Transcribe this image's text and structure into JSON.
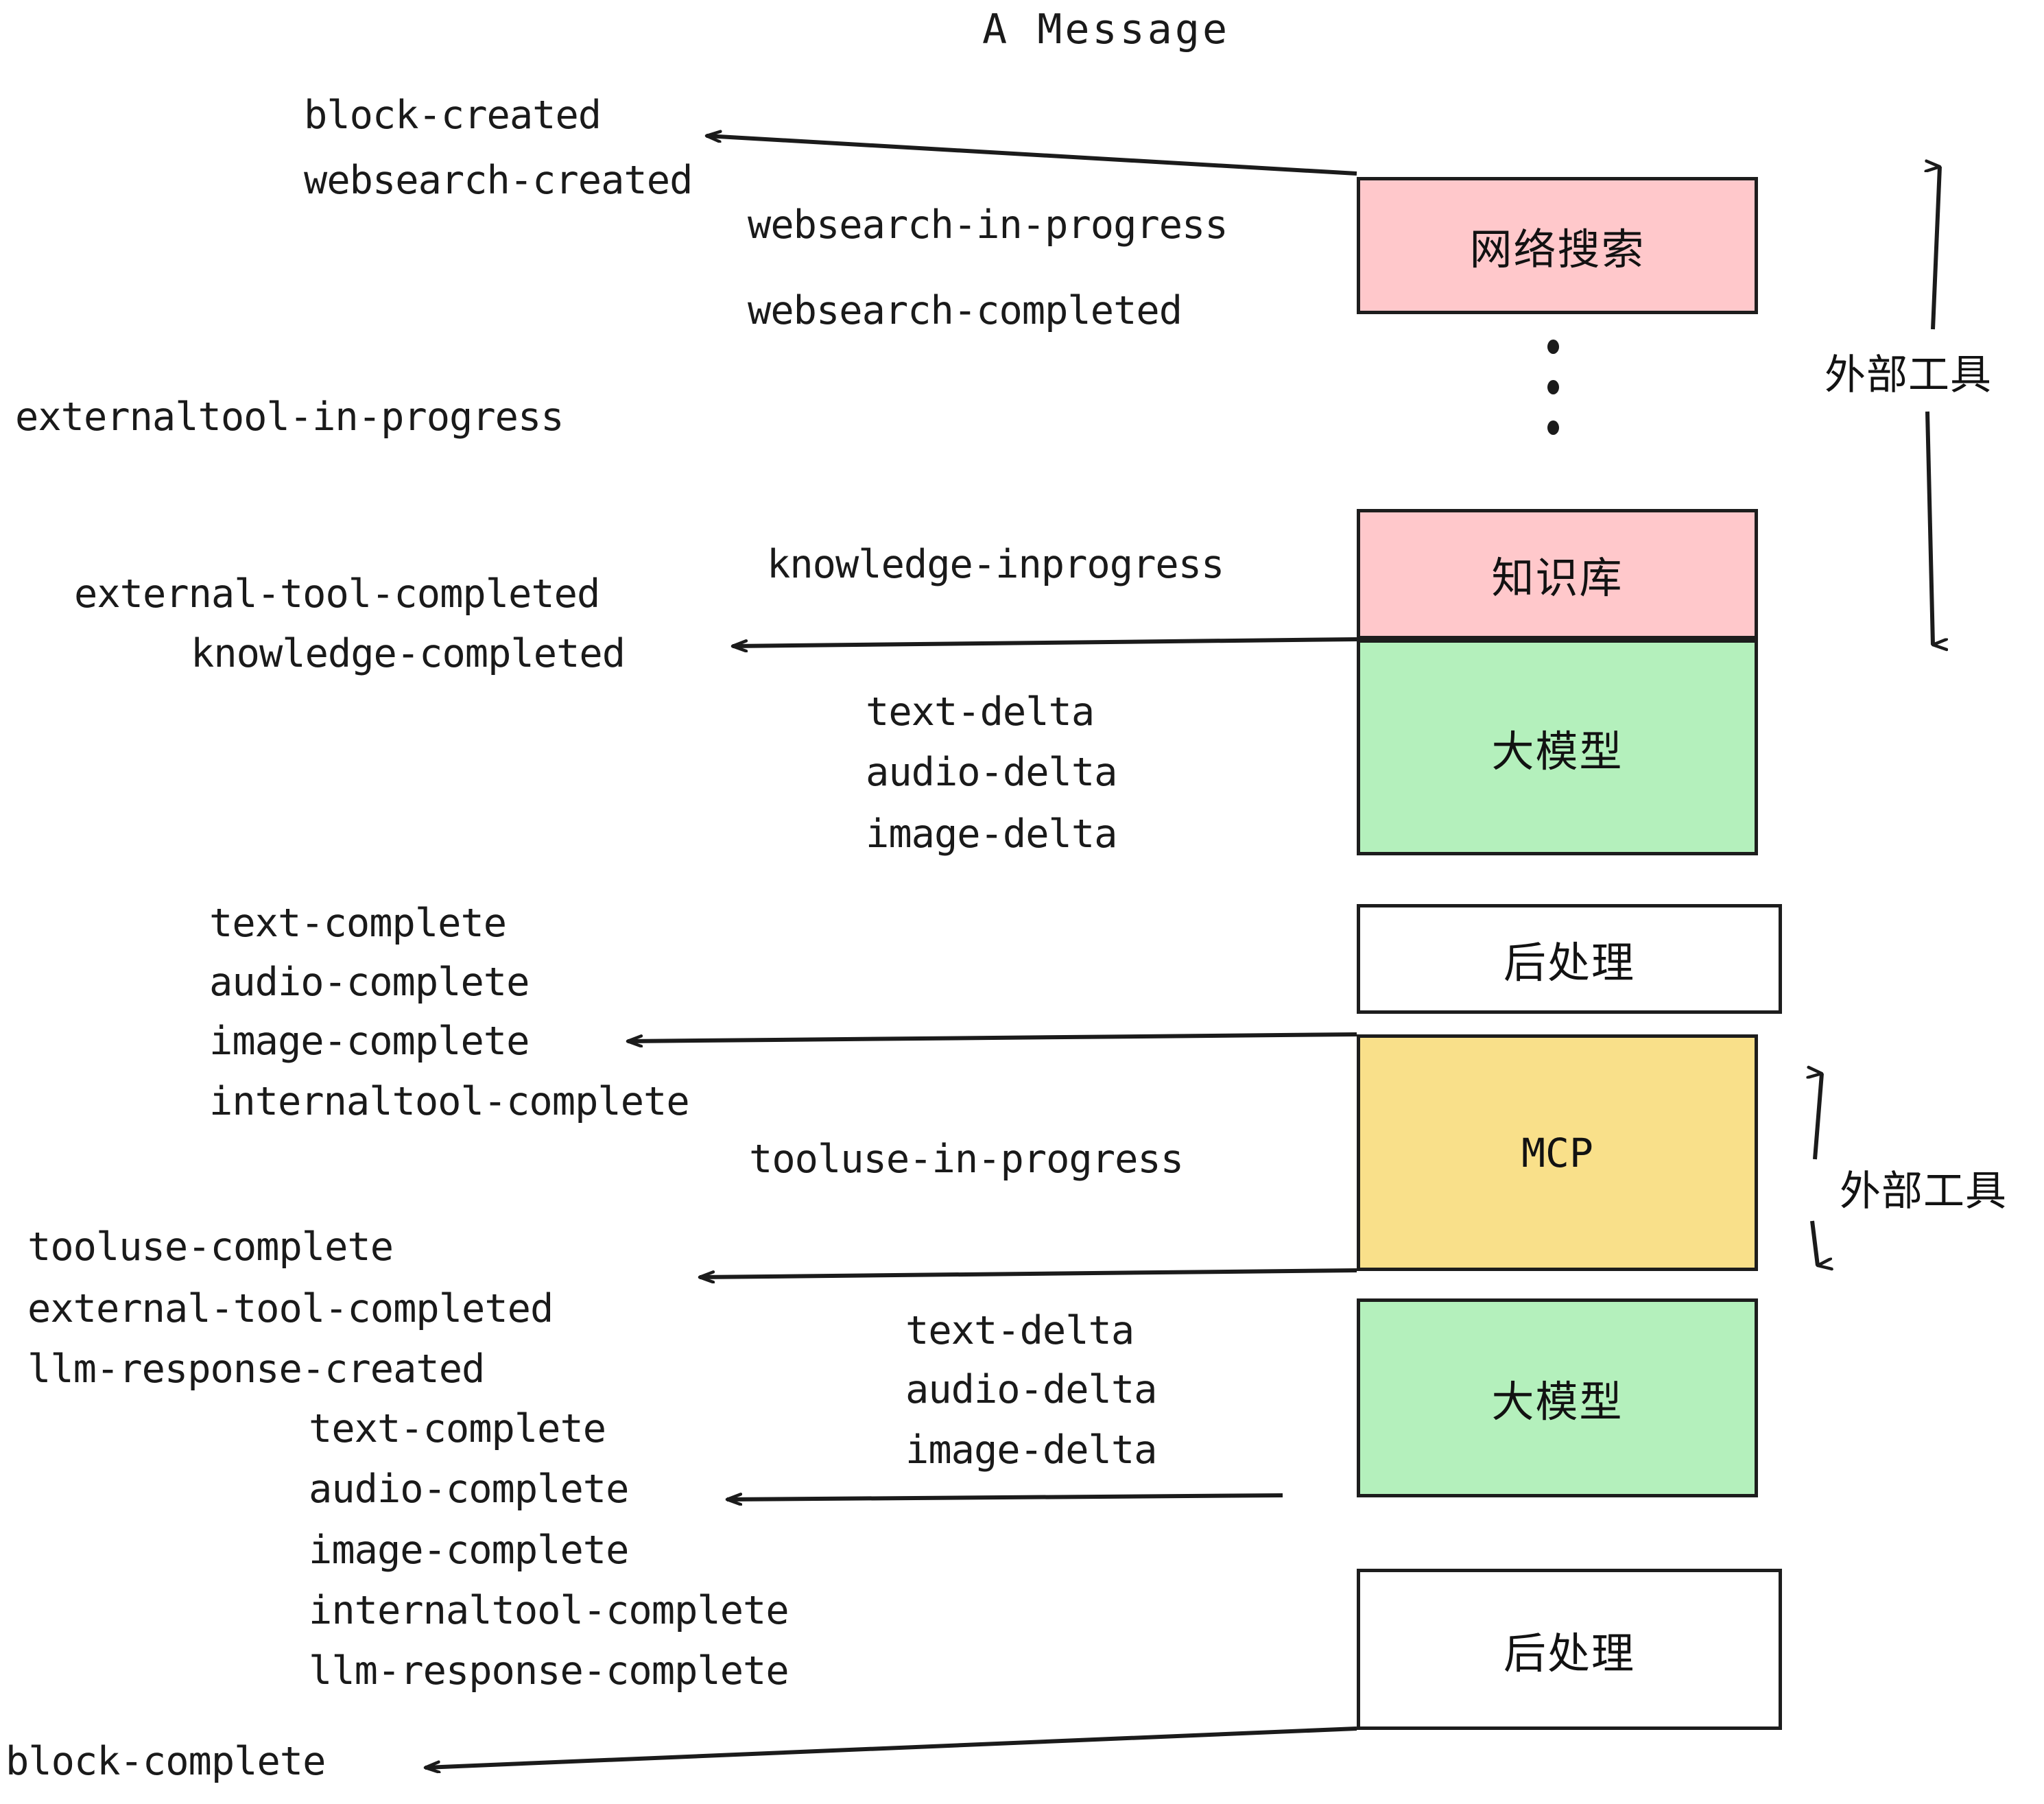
{
  "diagram": {
    "title": "A Message",
    "colors": {
      "websearch_fill": "#FFC8CB",
      "knowledge_fill": "#FFC8CB",
      "llm_fill": "#B4F0BC",
      "mcp_fill": "#F9E08A",
      "postprocess_fill": "#FFFFFF",
      "stroke": "#1d1d1d",
      "text": "#1a1a1a",
      "background": "#FFFFFF"
    },
    "nodes": [
      {
        "id": "websearch",
        "label": "网络搜索",
        "fill_key": "websearch_fill"
      },
      {
        "id": "knowledge",
        "label": "知识库",
        "fill_key": "knowledge_fill"
      },
      {
        "id": "llm-1",
        "label": "大模型",
        "fill_key": "llm_fill"
      },
      {
        "id": "postprocess-1",
        "label": "后处理",
        "fill_key": "postprocess_fill"
      },
      {
        "id": "mcp",
        "label": "MCP",
        "fill_key": "mcp_fill"
      },
      {
        "id": "llm-2",
        "label": "大模型",
        "fill_key": "llm_fill"
      },
      {
        "id": "postprocess-2",
        "label": "后处理",
        "fill_key": "postprocess_fill"
      }
    ],
    "bracket_labels": [
      {
        "id": "external-tools-top",
        "label": "外部工具"
      },
      {
        "id": "external-tools-bottom",
        "label": "外部工具"
      }
    ],
    "events": {
      "block_created": "block-created",
      "websearch_created": "websearch-created",
      "websearch_in_progress": "websearch-in-progress",
      "websearch_completed": "websearch-completed",
      "externaltool_in_progress": "externaltool-in-progress",
      "knowledge_inprogress": "knowledge-inprogress",
      "external_tool_completed_1": "external-tool-completed",
      "knowledge_completed": "knowledge-completed",
      "text_delta_1": "text-delta",
      "audio_delta_1": "audio-delta",
      "image_delta_1": "image-delta",
      "text_complete_1": "text-complete",
      "audio_complete_1": "audio-complete",
      "image_complete_1": "image-complete",
      "internaltool_complete_1": "internaltool-complete",
      "tooluse_in_progress": "tooluse-in-progress",
      "tooluse_complete": "tooluse-complete",
      "external_tool_completed_2": "external-tool-completed",
      "llm_response_created": "llm-response-created",
      "text_delta_2": "text-delta",
      "audio_delta_2": "audio-delta",
      "image_delta_2": "image-delta",
      "text_complete_2": "text-complete",
      "audio_complete_2": "audio-complete",
      "image_complete_2": "image-complete",
      "internaltool_complete_2": "internaltool-complete",
      "llm_response_complete": "llm-response-complete",
      "block_complete": "block-complete"
    }
  }
}
